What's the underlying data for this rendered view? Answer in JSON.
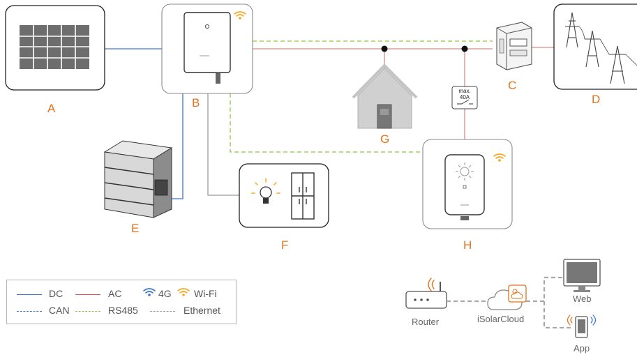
{
  "labels": {
    "A": "A",
    "B": "B",
    "C": "C",
    "D": "D",
    "E": "E",
    "F": "F",
    "G": "G",
    "H": "H"
  },
  "switch_box": {
    "line1": "max.",
    "line2": "40A"
  },
  "network": {
    "router": "Router",
    "cloud": "iSolarCloud",
    "web": "Web",
    "app": "App"
  },
  "legend": {
    "dc": "DC",
    "ac": "AC",
    "g4": "4G",
    "wifi": "Wi-Fi",
    "can": "CAN",
    "rs485": "RS485",
    "ethernet": "Ethernet"
  },
  "colors": {
    "dc": "#3a77d1",
    "ac": "#d9534f",
    "rs485": "#8cc63f",
    "ethernet": "#9a9a9a",
    "accent": "#e2721b",
    "wifi": "#f5a623",
    "g4": "#3a77d1"
  }
}
